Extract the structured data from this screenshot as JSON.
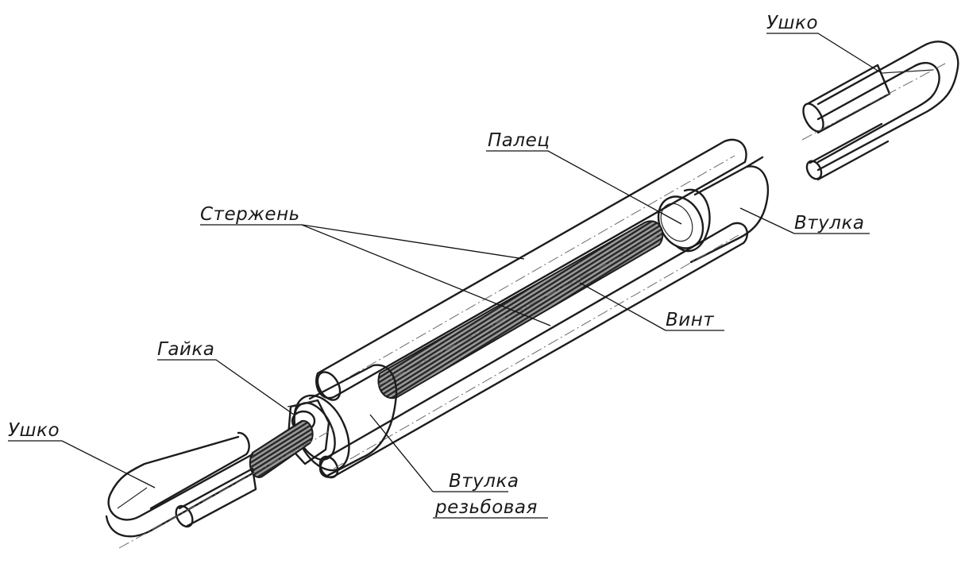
{
  "labels": {
    "ushko_top": "Ушко",
    "palets": "Палец",
    "sterzhen": "Стержень",
    "vtulka": "Втулка",
    "vint": "Винт",
    "gaika": "Гайка",
    "ushko_bottom": "Ушко",
    "vtulka_rezb_line1": "Втулка",
    "vtulka_rezb_line2": "резьбовая"
  },
  "colors": {
    "ink": "#1c1c1c",
    "thread": "#4a4a4a",
    "shade": "#d2d2d2"
  }
}
